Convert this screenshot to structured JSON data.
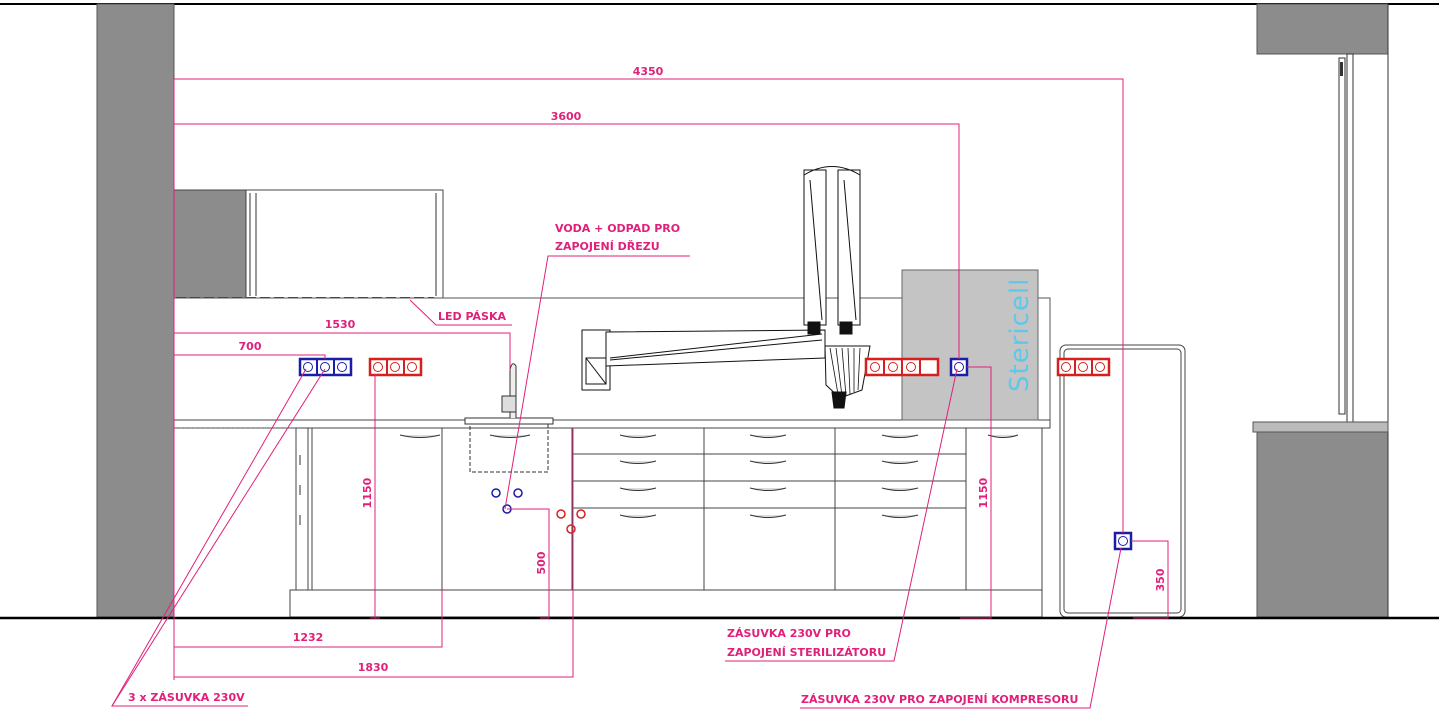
{
  "colors": {
    "annotation": "#e0207a",
    "wall": "#8c8c8c",
    "socket_230v": "#1c1ca8",
    "socket_other": "#d62020",
    "led": "#2a2ad0",
    "brand": "#5ec8ea"
  },
  "dimensions": {
    "d4350": "4350",
    "d3600": "3600",
    "d1530": "1530",
    "d700": "700",
    "d1150_left": "1150",
    "d500": "500",
    "d1150_right": "1150",
    "d350": "350",
    "d1232": "1232",
    "d1830": "1830"
  },
  "labels": {
    "water_line1": "VODA + ODPAD PRO",
    "water_line2": "ZAPOJENÍ DŘEZU",
    "led": "LED PÁSKA",
    "sockets3": "3 x ZÁSUVKA 230V",
    "steril_line1": "ZÁSUVKA 230V PRO",
    "steril_line2": "ZAPOJENÍ STERILIZÁTORU",
    "compressor": "ZÁSUVKA 230V PRO ZAPOJENÍ KOMPRESORU"
  },
  "brand": {
    "sterilizer": "Stericell"
  }
}
